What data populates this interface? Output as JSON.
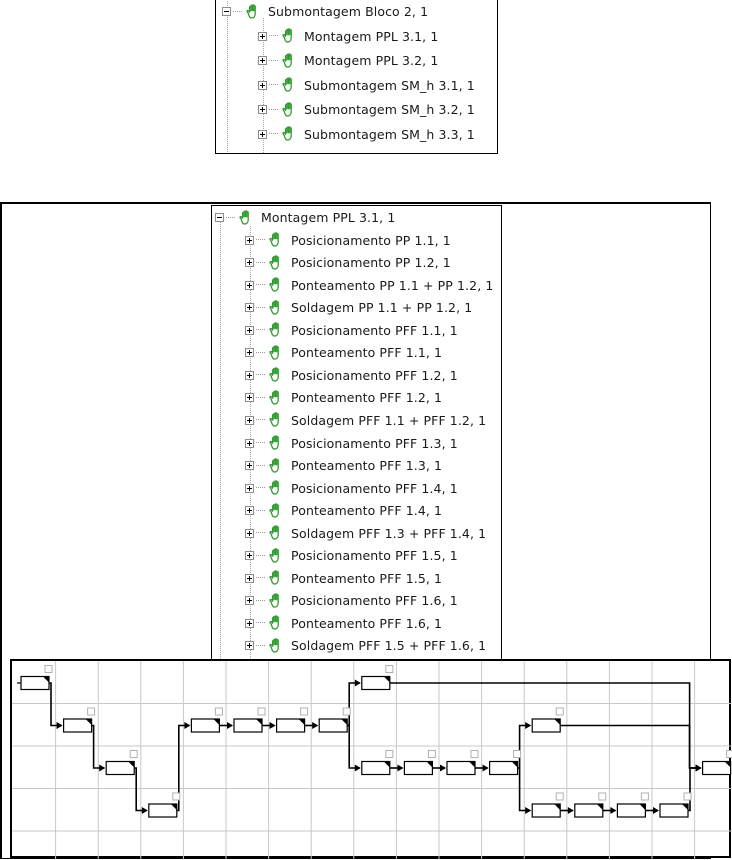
{
  "top_tree": {
    "root": {
      "label": "Submontagem Bloco 2, 1",
      "expanded": true,
      "icon": "hand-icon"
    },
    "children": [
      {
        "label": "Montagem PPL 3.1, 1",
        "expanded": false,
        "icon": "hand-icon"
      },
      {
        "label": "Montagem PPL 3.2, 1",
        "expanded": false,
        "icon": "hand-icon"
      },
      {
        "label": "Submontagem SM_h 3.1, 1",
        "expanded": false,
        "icon": "hand-icon"
      },
      {
        "label": "Submontagem SM_h 3.2, 1",
        "expanded": false,
        "icon": "hand-icon"
      },
      {
        "label": "Submontagem SM_h 3.3, 1",
        "expanded": false,
        "icon": "hand-icon"
      }
    ]
  },
  "main_tree": {
    "root": {
      "label": "Montagem PPL 3.1, 1",
      "expanded": true,
      "icon": "hand-icon"
    },
    "children": [
      {
        "label": "Posicionamento PP 1.1, 1"
      },
      {
        "label": "Posicionamento PP 1.2, 1"
      },
      {
        "label": "Ponteamento PP 1.1 + PP 1.2, 1"
      },
      {
        "label": "Soldagem PP 1.1 + PP 1.2, 1"
      },
      {
        "label": "Posicionamento PFF 1.1, 1"
      },
      {
        "label": "Ponteamento PFF 1.1, 1"
      },
      {
        "label": "Posicionamento PFF 1.2, 1"
      },
      {
        "label": "Ponteamento PFF 1.2, 1"
      },
      {
        "label": "Soldagem PFF 1.1 + PFF 1.2, 1"
      },
      {
        "label": "Posicionamento PFF 1.3, 1"
      },
      {
        "label": "Ponteamento PFF 1.3, 1"
      },
      {
        "label": "Posicionamento PFF 1.4, 1"
      },
      {
        "label": "Ponteamento PFF 1.4, 1"
      },
      {
        "label": "Soldagem PFF 1.3 + PFF 1.4, 1"
      },
      {
        "label": "Posicionamento PFF 1.5, 1"
      },
      {
        "label": "Ponteamento PFF 1.5, 1"
      },
      {
        "label": "Posicionamento PFF 1.6, 1"
      },
      {
        "label": "Ponteamento PFF 1.6, 1"
      },
      {
        "label": "Soldagem PFF 1.5 + PFF 1.6, 1"
      }
    ]
  },
  "network_diagram": {
    "colors": {
      "grid": "#c8c8c8",
      "line": "#000000",
      "hand": "#2e9a2e"
    },
    "nodes": [
      {
        "id": "n1",
        "lane": 0,
        "col": 0
      },
      {
        "id": "n2",
        "lane": 1,
        "col": 1
      },
      {
        "id": "n3",
        "lane": 2,
        "col": 2
      },
      {
        "id": "n4",
        "lane": 3,
        "col": 3
      },
      {
        "id": "n5",
        "lane": 1,
        "col": 4
      },
      {
        "id": "n6",
        "lane": 1,
        "col": 5
      },
      {
        "id": "n7",
        "lane": 1,
        "col": 6
      },
      {
        "id": "n8",
        "lane": 1,
        "col": 7
      },
      {
        "id": "n9",
        "lane": 0,
        "col": 8
      },
      {
        "id": "n10",
        "lane": 2,
        "col": 8
      },
      {
        "id": "n11",
        "lane": 2,
        "col": 9
      },
      {
        "id": "n12",
        "lane": 2,
        "col": 10
      },
      {
        "id": "n13",
        "lane": 2,
        "col": 11
      },
      {
        "id": "n14",
        "lane": 1,
        "col": 12
      },
      {
        "id": "n15",
        "lane": 3,
        "col": 12
      },
      {
        "id": "n16",
        "lane": 3,
        "col": 13
      },
      {
        "id": "n17",
        "lane": 3,
        "col": 14
      },
      {
        "id": "n18",
        "lane": 3,
        "col": 15
      },
      {
        "id": "n19",
        "lane": 2,
        "col": 16
      }
    ],
    "links": [
      [
        "n1",
        "n2"
      ],
      [
        "n2",
        "n3"
      ],
      [
        "n3",
        "n4"
      ],
      [
        "n4",
        "n5"
      ],
      [
        "n5",
        "n6"
      ],
      [
        "n6",
        "n7"
      ],
      [
        "n7",
        "n8"
      ],
      [
        "n8",
        "n9"
      ],
      [
        "n8",
        "n10"
      ],
      [
        "n10",
        "n11"
      ],
      [
        "n11",
        "n12"
      ],
      [
        "n12",
        "n13"
      ],
      [
        "n9",
        "n19"
      ],
      [
        "n13",
        "n14"
      ],
      [
        "n13",
        "n15"
      ],
      [
        "n15",
        "n16"
      ],
      [
        "n16",
        "n17"
      ],
      [
        "n17",
        "n18"
      ],
      [
        "n14",
        "n19"
      ],
      [
        "n18",
        "n19"
      ]
    ]
  }
}
